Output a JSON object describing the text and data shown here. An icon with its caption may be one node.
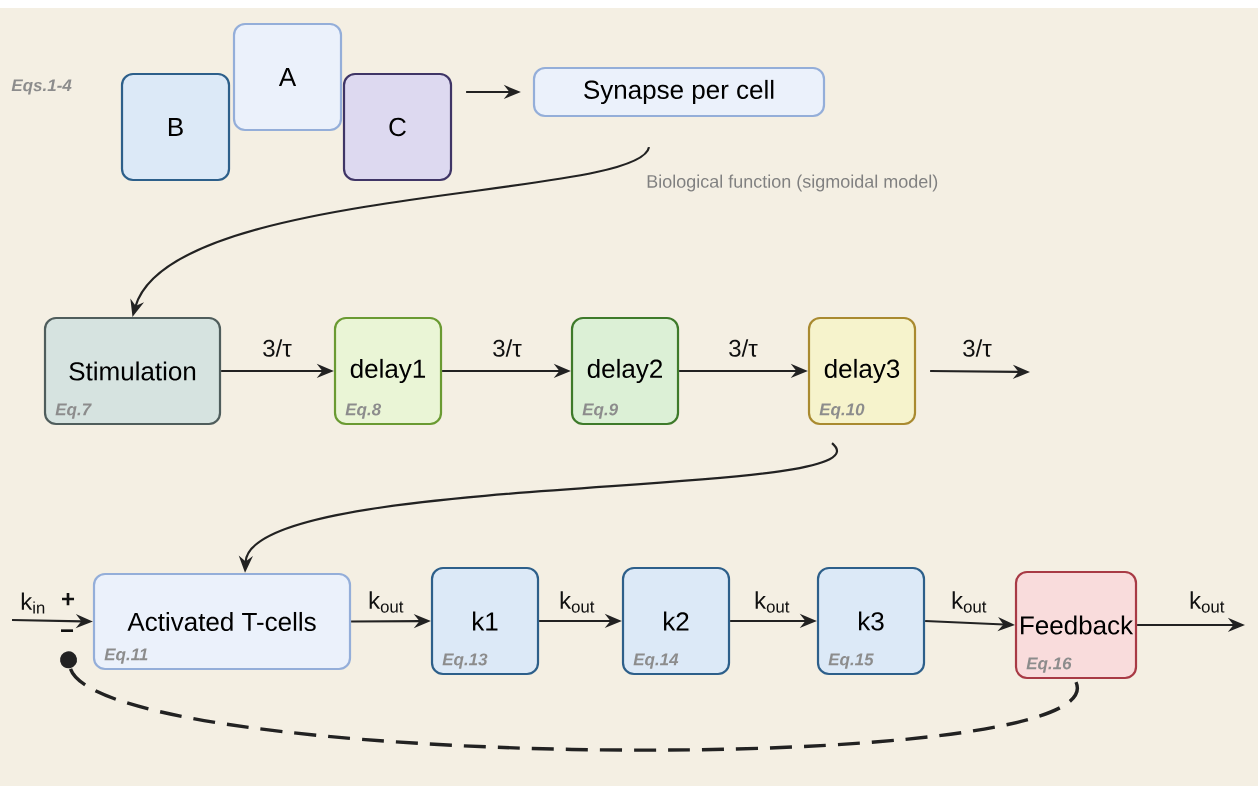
{
  "diagram": {
    "nodes": [
      {
        "text": [
          "B"
        ]
      },
      {
        "text": [
          "A"
        ]
      },
      {
        "text": [
          "C"
        ]
      },
      {
        "text": [
          "Synapse per cell"
        ]
      },
      {
        "text": [
          "Stimulation",
          "Eq.7"
        ]
      },
      {
        "text": [
          "delay1",
          "Eq.8"
        ]
      },
      {
        "text": [
          "delay2",
          "Eq.9"
        ]
      },
      {
        "text": [
          "delay3",
          "Eq.10"
        ]
      },
      {
        "text": [
          "Activated T-cells",
          "Eq.11"
        ]
      },
      {
        "text": [
          "k1",
          "Eq.13"
        ]
      },
      {
        "text": [
          "k2",
          "Eq.14"
        ]
      },
      {
        "text": [
          "k3",
          "Eq.15"
        ]
      },
      {
        "text": [
          "Feedback",
          "Eq.16"
        ]
      }
    ],
    "edges": [
      {
        "from": 2,
        "to": 3,
        "arrow": "to"
      },
      {
        "from": 3,
        "to": 4,
        "arrow": "to",
        "label": "Biological function (sigmoidal model)"
      },
      {
        "from": 4,
        "to": 5,
        "arrow": "to",
        "label": "3/τ"
      },
      {
        "from": 5,
        "to": 6,
        "arrow": "to",
        "label": "3/τ"
      },
      {
        "from": 6,
        "to": 7,
        "arrow": "to",
        "label": "3/τ"
      },
      {
        "from": 7,
        "to": null,
        "arrow": "to",
        "label": "3/τ"
      },
      {
        "from": 7,
        "to": 8,
        "arrow": "to"
      },
      {
        "from": null,
        "to": 8,
        "arrow": "to",
        "label": "k$_{in}$"
      },
      {
        "from": 8,
        "to": 9,
        "arrow": "to",
        "label": "k$_{out}$"
      },
      {
        "from": 9,
        "to": 10,
        "arrow": "to",
        "label": "k$_{out}$"
      },
      {
        "from": 10,
        "to": 11,
        "arrow": "to",
        "label": "k$_{out}$"
      },
      {
        "from": 11,
        "to": 12,
        "arrow": "to",
        "label": "k$_{out}$"
      },
      {
        "from": 12,
        "to": null,
        "arrow": "to",
        "label": "k$_{out}$"
      },
      {
        "from": 12,
        "to": 8,
        "arrow": "other",
        "style": "dashed"
      }
    ],
    "labels": [
      "Eqs.1-4",
      "+",
      "−"
    ]
  }
}
